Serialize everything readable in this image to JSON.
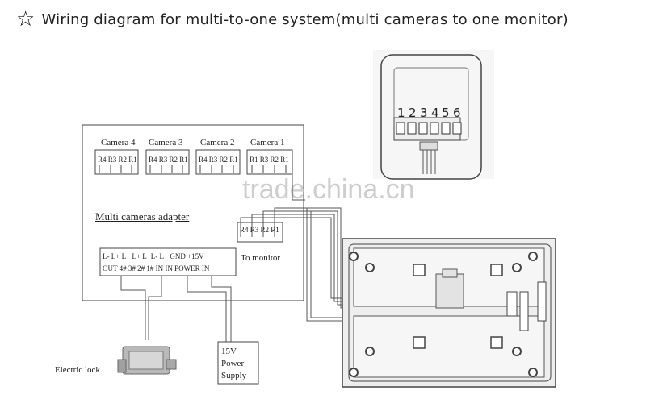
{
  "header": {
    "title": "Wiring diagram for multi-to-one system(multi cameras to one monitor)",
    "icon": "star-icon"
  },
  "cameras": [
    {
      "label": "Camera 4",
      "ports": "R4 R3 R2 R1"
    },
    {
      "label": "Camera 3",
      "ports": "R4 R3 R2 R1"
    },
    {
      "label": "Camera 2",
      "ports": "R4 R3 R2 R1"
    },
    {
      "label": "Camera 1",
      "ports": "R1 R3 R2 R1"
    }
  ],
  "adapter": {
    "title": "Multi cameras adapter",
    "ports": "R4 R3 R2 R1",
    "terminals_top": "L- L+ L+ L+ L+L- L+ GND +15V",
    "terminals_bottom": "OUT 4# 3# 2# 1# IN IN POWER IN",
    "to_monitor": "To monitor"
  },
  "camera_unit": {
    "pins": [
      "1",
      "2",
      "3",
      "4",
      "5",
      "6"
    ]
  },
  "lock": {
    "label": "Electric lock"
  },
  "power": {
    "line1": "15V",
    "line2": "Power",
    "line3": "Supply"
  },
  "watermark": "trade.china.cn"
}
